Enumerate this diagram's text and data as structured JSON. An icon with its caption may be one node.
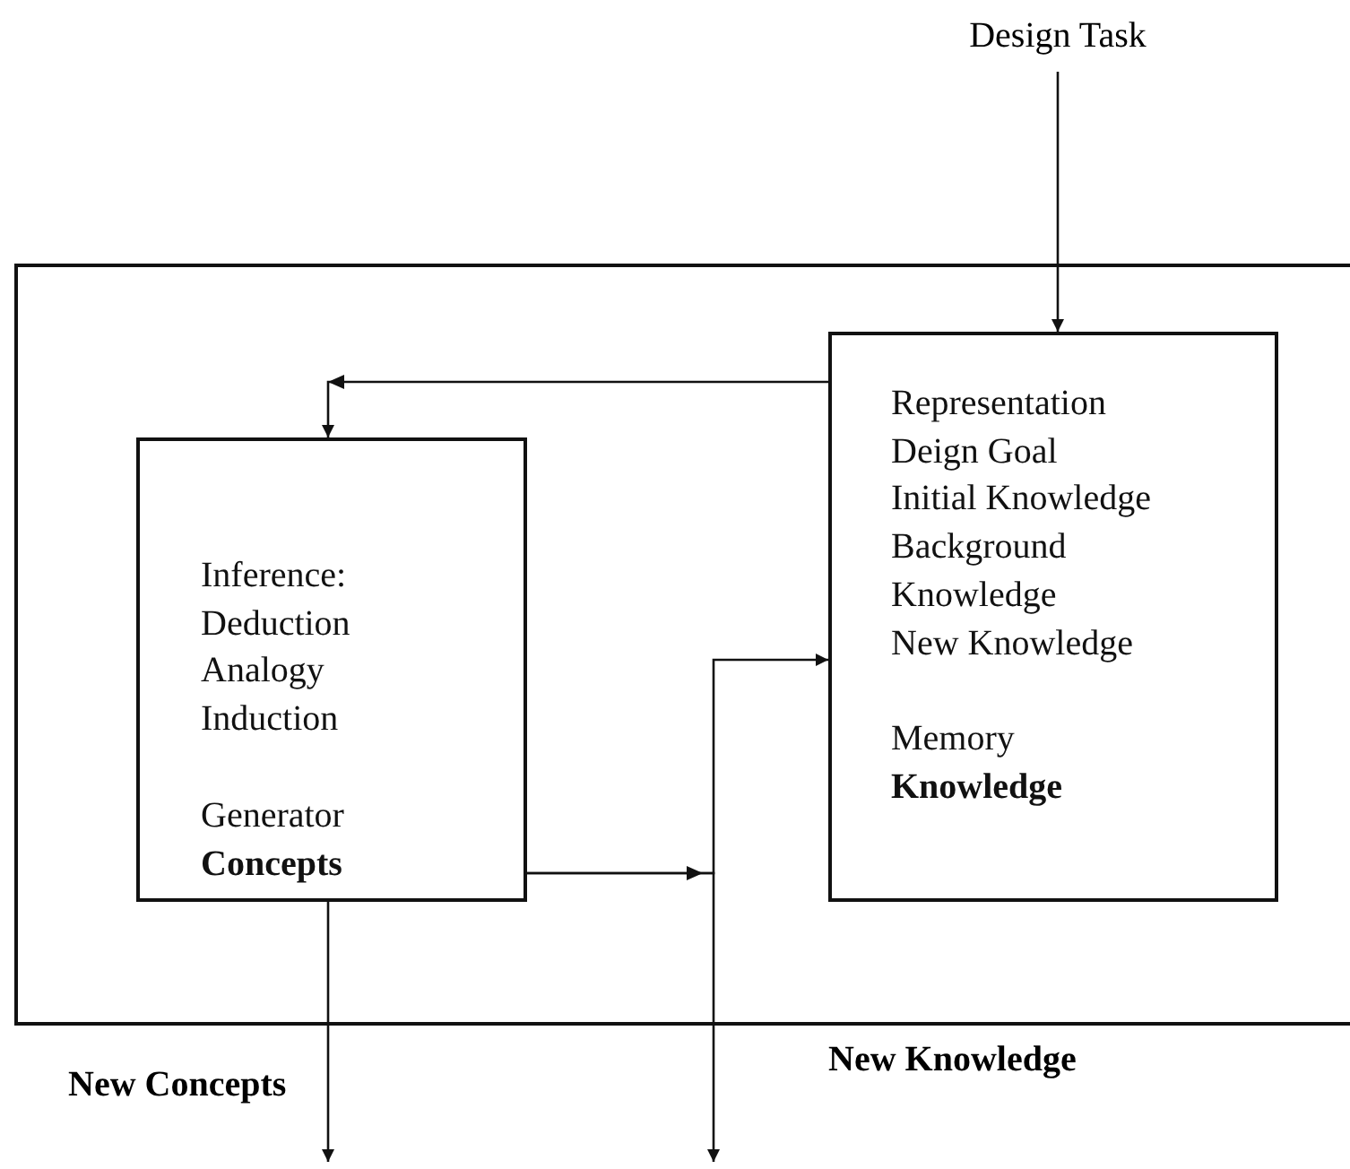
{
  "diagram": {
    "nodes": [
      {
        "text": [
          "Design Task"
        ]
      },
      {
        "text": [],
        "shape": "box"
      },
      {
        "text": [
          "Representation",
          "Deign Goal",
          "Initial Knowledge",
          "Background Knowledge",
          "New Knowledge",
          "Memory",
          "Knowledge"
        ],
        "in": 1
      },
      {
        "text": [
          "Inference:",
          "Deduction",
          "Analogy",
          "Induction",
          "Generator",
          "Concepts"
        ],
        "in": 1
      }
    ],
    "edges": [
      {
        "from": 0,
        "to": 2,
        "arrow": "to"
      },
      {
        "from": 2,
        "to": 3,
        "arrow": "to"
      },
      {
        "from": 3,
        "to": 2,
        "arrow": "to"
      },
      {
        "from": 3,
        "to": null,
        "arrow": "to"
      },
      {
        "from": 3,
        "to": null,
        "arrow": "to"
      }
    ],
    "labels": [
      "New Concepts",
      "New Knowledge"
    ]
  }
}
